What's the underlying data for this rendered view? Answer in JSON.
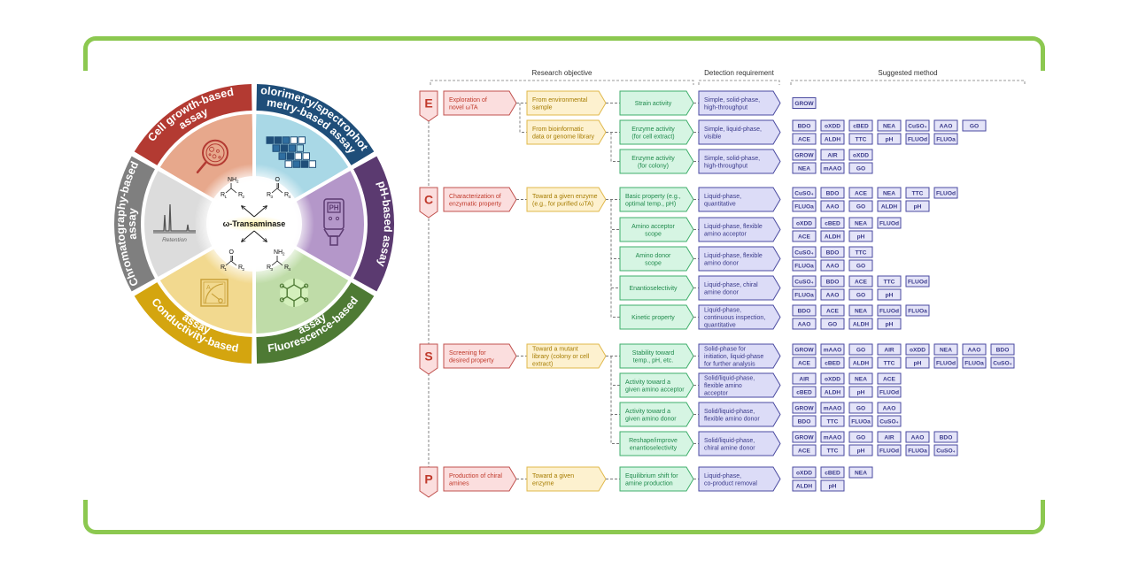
{
  "frame_color": "#8cc850",
  "wheel": {
    "center_label": "ω-Transaminase",
    "reactants_top_left": {
      "group": "NH2",
      "r_left": "R1",
      "r_right": "R2"
    },
    "reactants_top_right": {
      "group": "O",
      "r_left": "R3",
      "r_right": "R4"
    },
    "products_bottom_left": {
      "group": "O",
      "r_left": "R1",
      "r_right": "R2"
    },
    "products_bottom_right": {
      "group": "NH2",
      "r_left": "R3",
      "r_right": "R4"
    },
    "chromatogram_caption": "Retention",
    "segments": [
      {
        "label_lines": [
          "Colorimetry/spectrophoto-",
          "metry-based assay"
        ],
        "outer_color": "#1f4e79",
        "inner_color": "#a9d8e6",
        "icon": "color-grid-icon"
      },
      {
        "label_lines": [
          "pH-based assay"
        ],
        "outer_color": "#5b3a70",
        "inner_color": "#b497c9",
        "icon": "ph-meter-icon"
      },
      {
        "label_lines": [
          "Fluorescence-based",
          "assay"
        ],
        "outer_color": "#4e7a34",
        "inner_color": "#bfdca8",
        "icon": "fluorophore-icon"
      },
      {
        "label_lines": [
          "Conductivity-based",
          "assay"
        ],
        "outer_color": "#d4a50f",
        "inner_color": "#f2d98f",
        "icon": "ammeter-icon"
      },
      {
        "label_lines": [
          "Chromatography-based",
          "assay"
        ],
        "outer_color": "#7f7f7f",
        "inner_color": "#dcdcdc",
        "icon": "chromatogram-icon"
      },
      {
        "label_lines": [
          "Cell growth-based",
          "assay"
        ],
        "outer_color": "#b33a32",
        "inner_color": "#e7a88c",
        "icon": "petri-dish-icon"
      }
    ]
  },
  "table": {
    "headers": {
      "research_objective": "Research objective",
      "detection_requirement": "Detection requirement",
      "suggested_method": "Suggested method"
    },
    "colors": {
      "red_fill": "#fbdede",
      "red_stroke": "#c0504d",
      "red_text": "#c0392b",
      "yellow_fill": "#fdf1cf",
      "yellow_stroke": "#e0b84a",
      "yellow_text": "#a67c00",
      "green_fill": "#d6f5e3",
      "green_stroke": "#3fae6b",
      "green_text": "#1f8a4c",
      "blue_fill": "#dcdcf7",
      "blue_stroke": "#4a4aa0",
      "blue_text": "#3a3a8a",
      "chip_fill": "#e4e4f8",
      "chip_stroke": "#4a4aa0"
    },
    "sections": [
      {
        "letter": "E",
        "objective": "Exploration of novel ωTA",
        "objective_lines": [
          "Exploration of",
          "novel ωTA"
        ],
        "sources": [
          {
            "lines": [
              "From environmental",
              "sample"
            ],
            "rows": [
              {
                "target_lines": [
                  "Strain activity"
                ],
                "requirement_lines": [
                  "Simple, solid-phase,",
                  "high-throughput"
                ],
                "methods": [
                  [
                    "GROW"
                  ]
                ]
              }
            ]
          },
          {
            "lines": [
              "From bioinformatic",
              "data or genome library"
            ],
            "rows": [
              {
                "target_lines": [
                  "Enzyme activity",
                  "(for cell extract)"
                ],
                "requirement_lines": [
                  "Simple, liquid-phase,",
                  "visible"
                ],
                "methods": [
                  [
                    "BDO",
                    "oXDD",
                    "cBED",
                    "NEA",
                    "CuSO₄",
                    "AAO",
                    "GO"
                  ],
                  [
                    "ACE",
                    "ALDH",
                    "TTC",
                    "pH",
                    "FLUOd",
                    "FLUOa"
                  ]
                ]
              },
              {
                "target_lines": [
                  "Enzyme activity",
                  "(for colony)"
                ],
                "requirement_lines": [
                  "Simple, solid-phase,",
                  "high-throughput"
                ],
                "methods": [
                  [
                    "GROW",
                    "AIR",
                    "oXDD"
                  ],
                  [
                    "NEA",
                    "mAAO",
                    "GO"
                  ]
                ]
              }
            ]
          }
        ]
      },
      {
        "letter": "C",
        "objective": "Characterization of enzymatic property",
        "objective_lines": [
          "Characterization of",
          "enzymatic property"
        ],
        "sources": [
          {
            "lines": [
              "Toward a given enzyme",
              "(e.g., for purified ωTA)"
            ],
            "rows": [
              {
                "target_lines": [
                  "Basic property (e.g.,",
                  "optimal temp., pH)"
                ],
                "requirement_lines": [
                  "Liquid-phase,",
                  "quantitative"
                ],
                "methods": [
                  [
                    "CuSO₄",
                    "BDO",
                    "ACE",
                    "NEA",
                    "TTC",
                    "FLUOd"
                  ],
                  [
                    "FLUOa",
                    "AAO",
                    "GO",
                    "ALDH",
                    "pH"
                  ]
                ]
              },
              {
                "target_lines": [
                  "Amino acceptor",
                  "scope"
                ],
                "requirement_lines": [
                  "Liquid-phase, flexible",
                  "amino acceptor"
                ],
                "methods": [
                  [
                    "oXDD",
                    "cBED",
                    "NEA",
                    "FLUOd"
                  ],
                  [
                    "ACE",
                    "ALDH",
                    "pH"
                  ]
                ]
              },
              {
                "target_lines": [
                  "Amino donor",
                  "scope"
                ],
                "requirement_lines": [
                  "Liquid-phase, flexible",
                  "amino donor"
                ],
                "methods": [
                  [
                    "CuSO₄",
                    "BDO",
                    "TTC"
                  ],
                  [
                    "FLUOa",
                    "AAO",
                    "GO"
                  ]
                ]
              },
              {
                "target_lines": [
                  "Enantioselectivity"
                ],
                "requirement_lines": [
                  "Liquid-phase, chiral",
                  "amine donor"
                ],
                "methods": [
                  [
                    "CuSO₄",
                    "BDO",
                    "ACE",
                    "TTC",
                    "FLUOd"
                  ],
                  [
                    "FLUOa",
                    "AAO",
                    "GO",
                    "pH"
                  ]
                ]
              },
              {
                "target_lines": [
                  "Kinetic property"
                ],
                "requirement_lines": [
                  "Liquid-phase,",
                  "continuous inspection,",
                  "quantitative"
                ],
                "methods": [
                  [
                    "BDO",
                    "ACE",
                    "NEA",
                    "FLUOd",
                    "FLUOa"
                  ],
                  [
                    "AAO",
                    "GO",
                    "ALDH",
                    "pH"
                  ]
                ]
              }
            ]
          }
        ]
      },
      {
        "letter": "S",
        "objective": "Screening for desired property",
        "objective_lines": [
          "Screening for",
          "desired property"
        ],
        "sources": [
          {
            "lines": [
              "Toward a mutant",
              "library (colony or cell",
              "extract)"
            ],
            "rows": [
              {
                "target_lines": [
                  "Stability toward",
                  "temp., pH, etc."
                ],
                "requirement_lines": [
                  "Solid-phase for",
                  "initiation, liquid-phase",
                  "for further analysis"
                ],
                "methods": [
                  [
                    "GROW",
                    "mAAO",
                    "GO",
                    "AIR",
                    "oXDD",
                    "NEA",
                    "AAO",
                    "BDO"
                  ],
                  [
                    "ACE",
                    "cBED",
                    "ALDH",
                    "TTC",
                    "pH",
                    "FLUOd",
                    "FLUOa",
                    "CuSO₄"
                  ]
                ]
              },
              {
                "target_lines": [
                  "Activity toward a",
                  "given amino acceptor"
                ],
                "requirement_lines": [
                  "Solid/liquid-phase,",
                  "flexible amino",
                  "acceptor"
                ],
                "methods": [
                  [
                    "AIR",
                    "oXDD",
                    "NEA",
                    "ACE"
                  ],
                  [
                    "cBED",
                    "ALDH",
                    "pH",
                    "FLUOd"
                  ]
                ]
              },
              {
                "target_lines": [
                  "Activity toward a",
                  "given amino donor"
                ],
                "requirement_lines": [
                  "Solid/liquid-phase,",
                  "flexible amino donor"
                ],
                "methods": [
                  [
                    "GROW",
                    "mAAO",
                    "GO",
                    "AAO"
                  ],
                  [
                    "BDO",
                    "TTC",
                    "FLUOa",
                    "CuSO₄"
                  ]
                ]
              },
              {
                "target_lines": [
                  "Reshape/improve",
                  "enantioselectivity"
                ],
                "requirement_lines": [
                  "Solid/liquid-phase,",
                  "chiral amine donor"
                ],
                "methods": [
                  [
                    "GROW",
                    "mAAO",
                    "GO",
                    "AIR",
                    "AAO",
                    "BDO"
                  ],
                  [
                    "ACE",
                    "TTC",
                    "pH",
                    "FLUOd",
                    "FLUOa",
                    "CuSO₄"
                  ]
                ]
              }
            ]
          }
        ]
      },
      {
        "letter": "P",
        "objective": "Production of chiral amines",
        "objective_lines": [
          "Production of chiral",
          "amines"
        ],
        "sources": [
          {
            "lines": [
              "Toward a given",
              "enzyme"
            ],
            "rows": [
              {
                "target_lines": [
                  "Equilibrium shift for",
                  "amine production"
                ],
                "requirement_lines": [
                  "Liquid-phase,",
                  "co-product removal"
                ],
                "methods": [
                  [
                    "oXDD",
                    "cBED",
                    "NEA"
                  ],
                  [
                    "ALDH",
                    "pH"
                  ]
                ]
              }
            ]
          }
        ]
      }
    ]
  }
}
